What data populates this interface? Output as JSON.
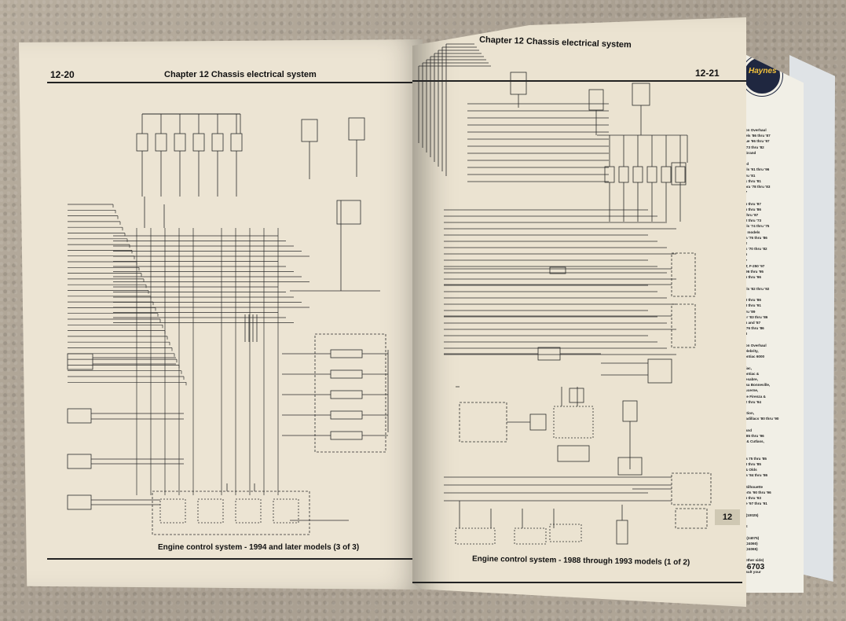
{
  "left_page": {
    "page_number": "12-20",
    "chapter_title": "Chapter 12  Chassis electrical system",
    "caption": "Engine control system - 1994 and later models (3 of 3)"
  },
  "right_page": {
    "chapter_title": "Chapter 12  Chassis electrical system",
    "page_number": "12-21",
    "caption": "Engine control system - 1988 through 1993 models (1 of 2)",
    "chapter_tab": "12"
  },
  "back_cover": {
    "brand": "Haynes",
    "catalog_number": "3-6703",
    "lines": [
      "sion Overhaul",
      "ldels '86 thru '87",
      "ique '96 thru '97",
      "5 '73 thru '82",
      "y Grand",
      "",
      "hed",
      "dels '91 thru '96",
      "thru '81",
      "'91 thru '81",
      "Spra '78 thru '83",
      "'97",
      "",
      "'75 thru '87",
      "'75 thru '86",
      "0 thru '87",
      "1/2 thru '73",
      "dels '74 thru '75",
      "all models",
      "ola '76 thru '86",
      "'82",
      "els '70 thru '82",
      "'96",
      "'87",
      "L T, F-250 '97",
      "r '96 thru '95",
      "'96 thru '96",
      "",
      "dels '82 thru '92",
      "",
      "'78 thru '86",
      "'78 thru '91",
      "thru '89",
      "ger '83 thru '86",
      "'85 and '87",
      "e '76 thru '86",
      "'93",
      "",
      "sion Overhaul",
      "Celebrity,",
      "Pontiac 6000",
      "",
      "ntiac,",
      "Pontiac &",
      "'Lesabre,",
      "arsa Bonneville,",
      "'Lucerne,",
      "dile Firenza &",
      "'82 thru '94",
      "",
      "tiation,",
      "'Cadillacs '80 thru '90",
      "",
      "s and",
      "s '85 thru '96",
      "ts & Cutlass,",
      "",
      ".",
      "ers 75 thru '85",
      "'88 thru '85",
      "s & Olds",
      "ers '84 thru '86",
      "",
      "s Silhouette",
      "ports '90 thru '96",
      "'96 thru '93",
      "me '97 thru '91",
      "",
      "K (10025)",
      "",
      "GE",
      "",
      "ld (24075)",
      "y (24060)",
      "s (24065)",
      "",
      "e other side)",
      "",
      "result your"
    ]
  }
}
